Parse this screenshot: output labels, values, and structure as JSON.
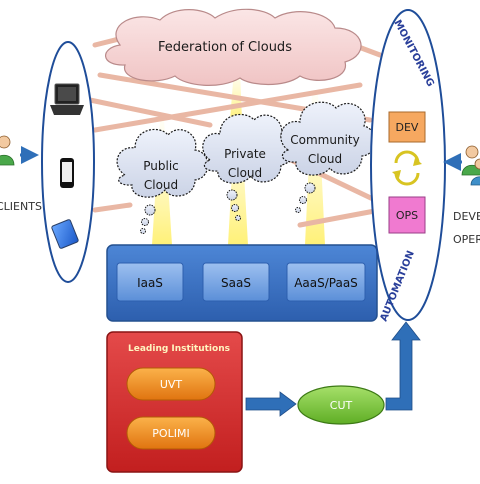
{
  "federation": {
    "title": "Federation of Clouds"
  },
  "clouds": [
    {
      "line1": "Public",
      "line2": "Cloud"
    },
    {
      "line1": "Private",
      "line2": "Cloud"
    },
    {
      "line1": "Community",
      "line2": "Cloud"
    }
  ],
  "services": [
    {
      "label": "IaaS"
    },
    {
      "label": "SaaS"
    },
    {
      "label": "AaaS/PaaS"
    }
  ],
  "left_actor": {
    "label": "CLIENTS"
  },
  "right_actor": {
    "line1": "DEVEL",
    "line2": "OPERA"
  },
  "devops_panel": {
    "top_label": "MONITORING",
    "bottom_label": "AUTOMATION",
    "dev_label": "DEV",
    "ops_label": "OPS"
  },
  "institutions": {
    "title": "Leading Institutions",
    "items": [
      {
        "label": "UVT"
      },
      {
        "label": "POLIMI"
      }
    ]
  },
  "cut": {
    "label": "CUT"
  },
  "colors": {
    "service_bar": "#3a74c8",
    "service_box": "#6f9fe0",
    "institutions_bg": "#d72b2b",
    "institution_pill": "#f08a1c",
    "cut": "#7cc63a",
    "dev_box": "#f6a860",
    "ops_box": "#f07ad0",
    "beam": "#f5d9cc",
    "arrow": "#2f6fb8"
  }
}
